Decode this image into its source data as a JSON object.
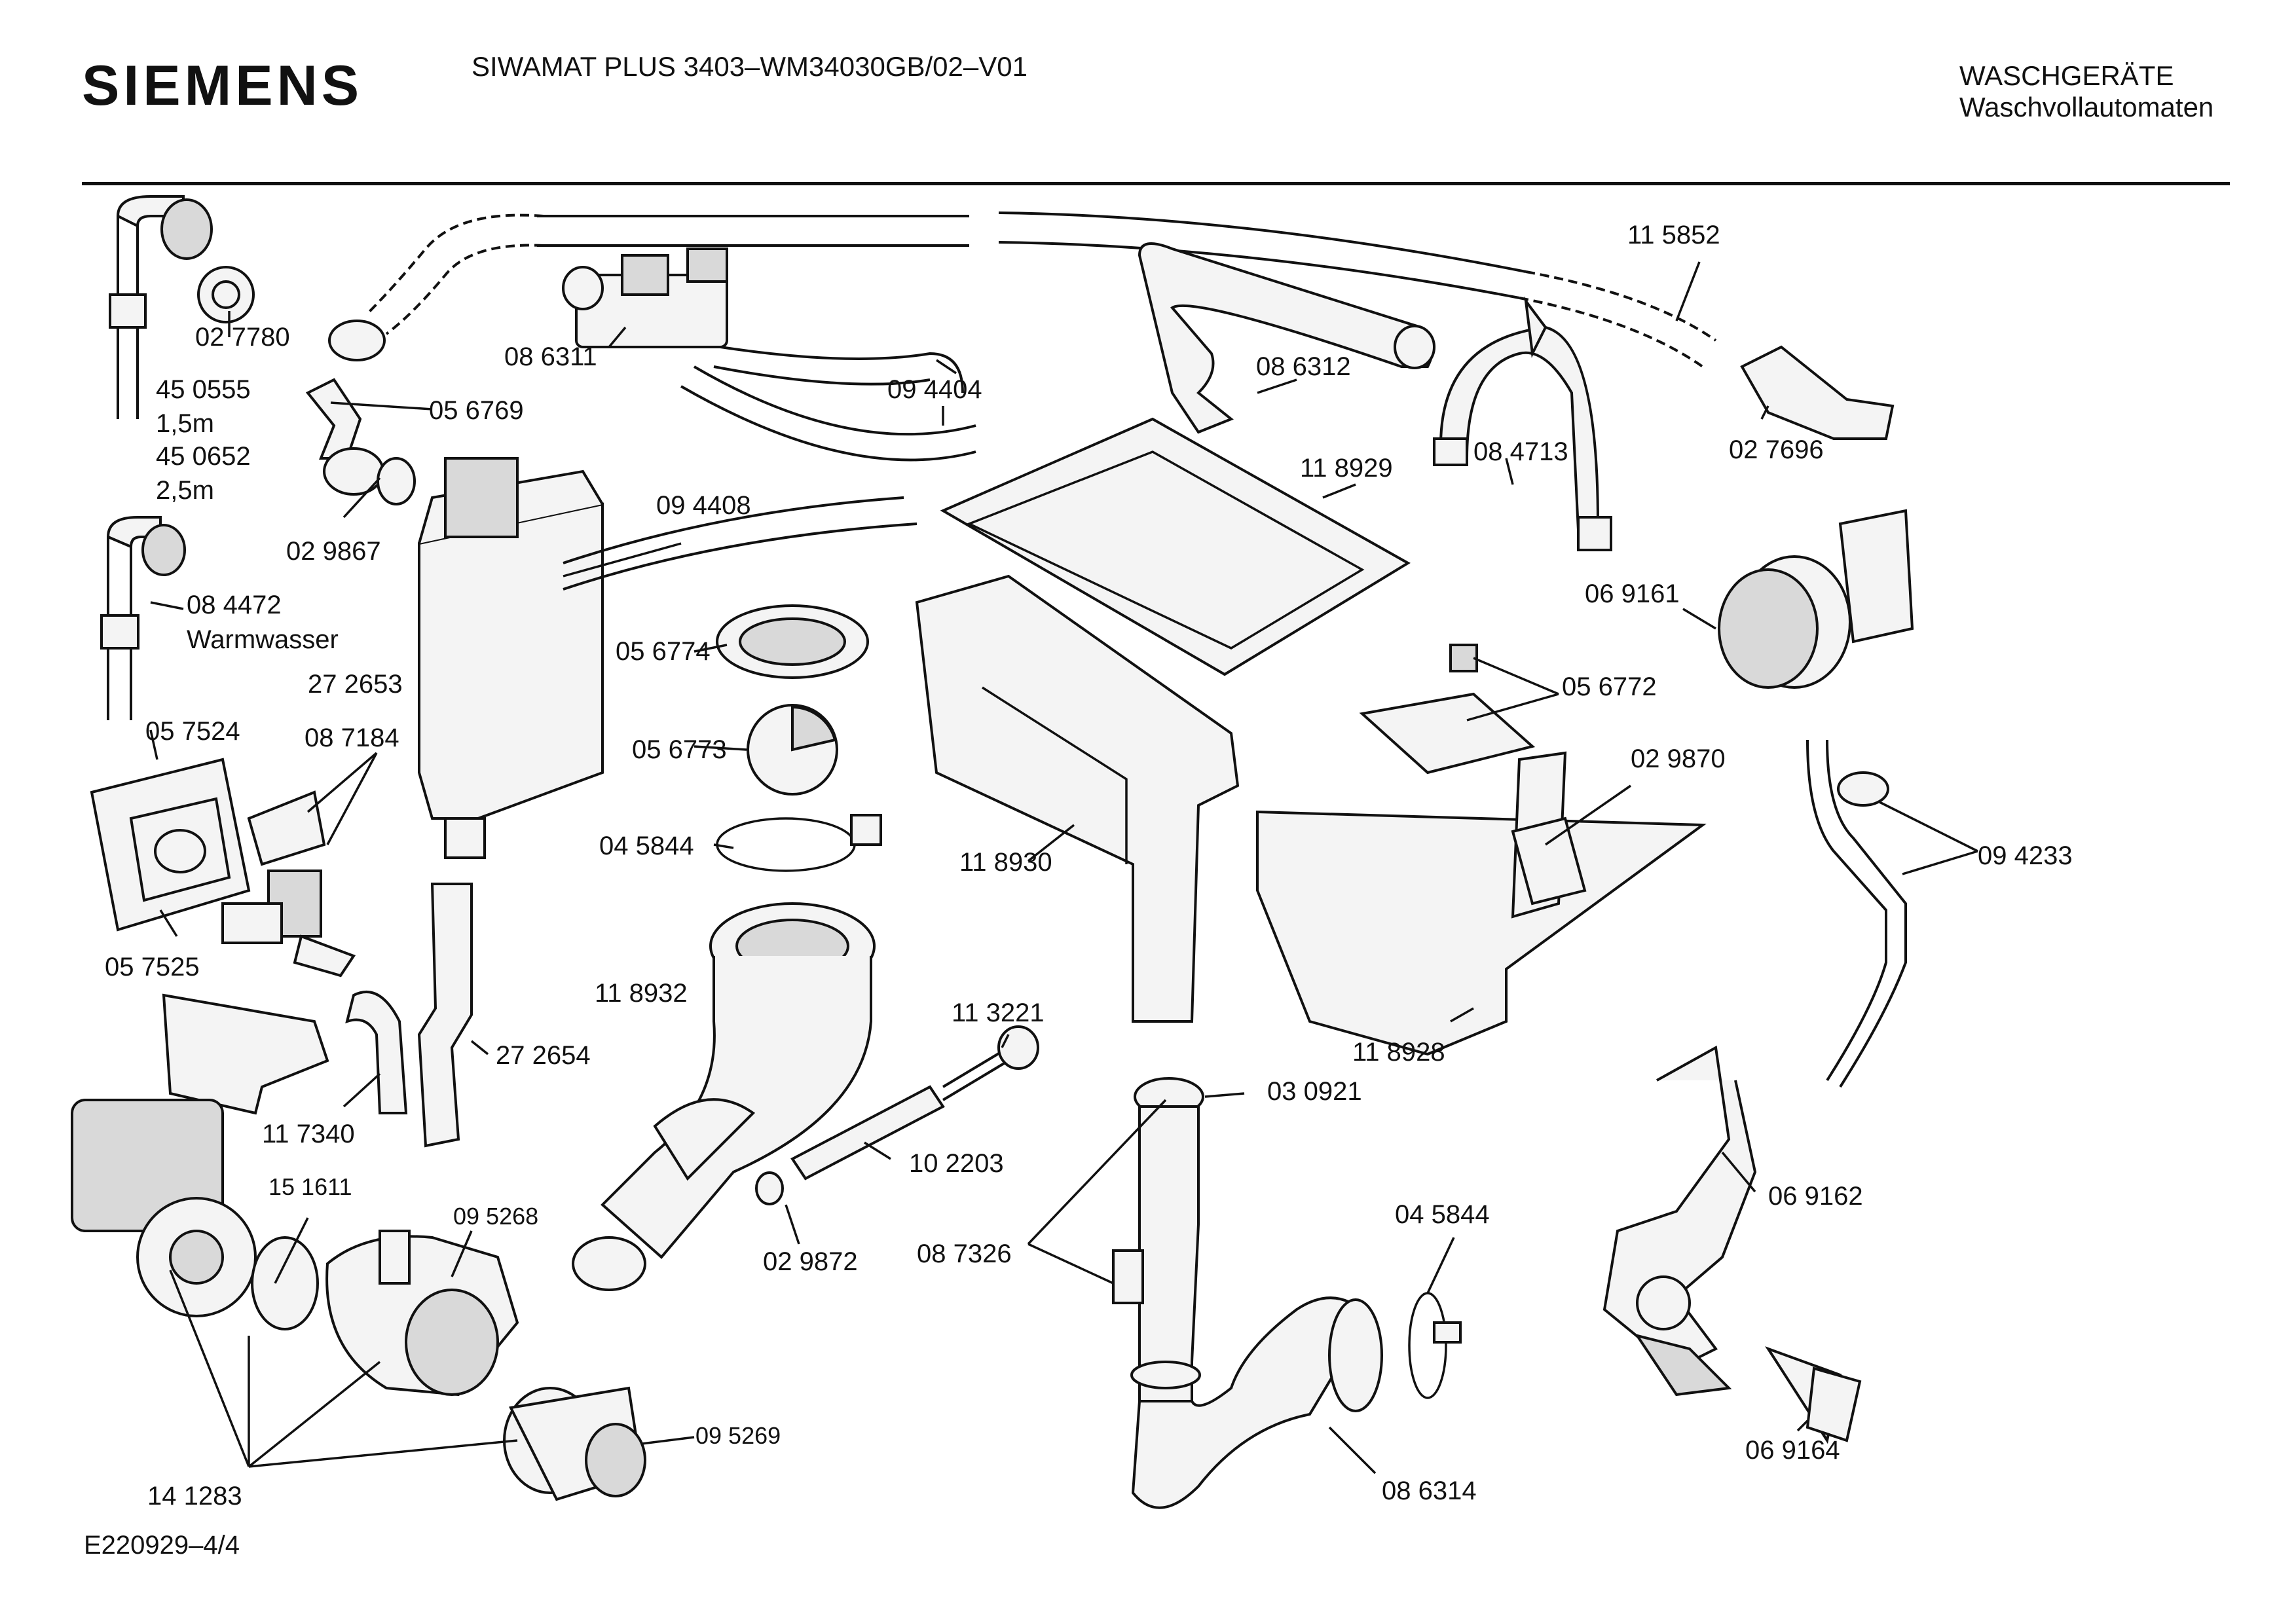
{
  "header": {
    "brand": "SIEMENS",
    "model_line": "SIWAMAT PLUS 3403–WM34030GB/02–V01",
    "category": "WASCHGERÄTE",
    "subcategory": "Waschvollautomaten"
  },
  "footer": {
    "document_id": "E220929–4/4"
  },
  "callouts": {
    "p027780": "02 7780",
    "p450555": "45 0555",
    "len15": "1,5m",
    "p450652": "45 0652",
    "len25": "2,5m",
    "p056769": "05 6769",
    "p029867": "02 9867",
    "p084472": "08 4472",
    "warmwasser": "Warmwasser",
    "p086311": "08 6311",
    "p094404": "09 4404",
    "p094408": "09 4408",
    "p272653": "27 2653",
    "p057524": "05 7524",
    "p087184": "08 7184",
    "p057525": "05 7525",
    "p117340": "11 7340",
    "p272654": "27 2654",
    "p151611": "15 1611",
    "p095268": "09 5268",
    "p095269": "09 5269",
    "p141283": "14 1283",
    "p056774": "05 6774",
    "p056773": "05 6773",
    "p045844a": "04 5844",
    "p118932": "11 8932",
    "p113221": "11 3221",
    "p102203": "10 2203",
    "p029872": "02 9872",
    "p118930": "11 8930",
    "p086312": "08 6312",
    "p118929": "11 8929",
    "p115852": "11 5852",
    "p084713": "08 4713",
    "p027696": "02 7696",
    "p069161": "06 9161",
    "p056772": "05 6772",
    "p029870": "02 9870",
    "p094233": "09 4233",
    "p118928": "11 8928",
    "p030921": "03 0921",
    "p087326": "08 7326",
    "p045844b": "04 5844",
    "p086314": "08 6314",
    "p069162": "06 9162",
    "p069164": "06 9164"
  }
}
